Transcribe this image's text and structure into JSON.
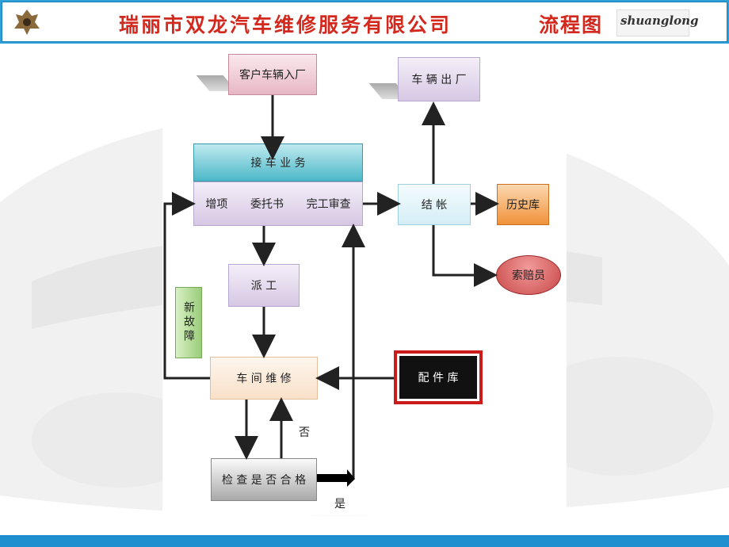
{
  "header": {
    "title": "瑞丽市双龙汽车维修服务有限公司",
    "subtitle": "流程图",
    "logo_text": "shuanglong"
  },
  "flow": {
    "customer_entry": "客户车辆入厂",
    "vehicle_exit": "车 辆 出 厂",
    "reception": "接 车 业 务",
    "reception_items": [
      "增项",
      "委托书",
      "完工审查"
    ],
    "settlement": "结 帐",
    "history": "历史库",
    "claims": "索赔员",
    "dispatch": "派 工",
    "new_fault": "新故障",
    "workshop": "车 间 维 修",
    "parts": "配 件 库",
    "inspection": "检 查 是 否 合 格",
    "no_label": "否",
    "yes_label": "是"
  },
  "colors": {
    "header_blue": "#2ea0d8",
    "title_red": "#d2281e",
    "reception_teal": "#4cb8c8",
    "history_orange": "#f0923a",
    "claims_red": "#c84848",
    "new_fault_green": "#9acd7a",
    "parts_red": "#cc1b1b"
  }
}
